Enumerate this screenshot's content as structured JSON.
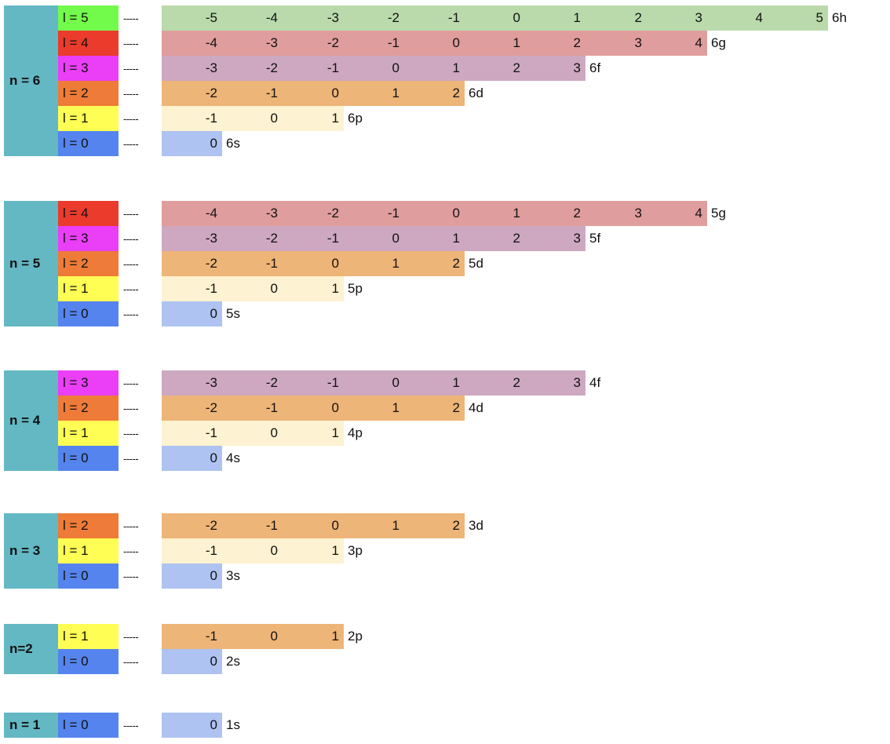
{
  "groups": [
    {
      "n_label": "n = 6",
      "rows": [
        {
          "l": 5,
          "l_label": "l = 5",
          "dash": "-----",
          "values": [
            "-5",
            "-4",
            "-3",
            "-2",
            "-1",
            "0",
            "1",
            "2",
            "3",
            "4",
            "5"
          ],
          "orbital": "6h"
        },
        {
          "l": 4,
          "l_label": "l = 4",
          "dash": "-----",
          "values": [
            "-4",
            "-3",
            "-2",
            "-1",
            "0",
            "1",
            "2",
            "3",
            "4"
          ],
          "orbital": "6g"
        },
        {
          "l": 3,
          "l_label": "l = 3",
          "dash": "-----",
          "values": [
            "-3",
            "-2",
            "-1",
            "0",
            "1",
            "2",
            "3"
          ],
          "orbital": "6f"
        },
        {
          "l": 2,
          "l_label": "l = 2",
          "dash": "-----",
          "values": [
            "-2",
            "-1",
            "0",
            "1",
            "2"
          ],
          "orbital": "6d"
        },
        {
          "l": 1,
          "l_label": "l = 1",
          "dash": "-----",
          "values": [
            "-1",
            "0",
            "1"
          ],
          "orbital": "6p"
        },
        {
          "l": 0,
          "l_label": "l = 0",
          "dash": "-----",
          "values": [
            "0"
          ],
          "orbital": "6s"
        }
      ]
    },
    {
      "n_label": "n = 5",
      "rows": [
        {
          "l": 4,
          "l_label": "l = 4",
          "dash": "-----",
          "values": [
            "-4",
            "-3",
            "-2",
            "-1",
            "0",
            "1",
            "2",
            "3",
            "4"
          ],
          "orbital": "5g"
        },
        {
          "l": 3,
          "l_label": "l = 3",
          "dash": "-----",
          "values": [
            "-3",
            "-2",
            "-1",
            "0",
            "1",
            "2",
            "3"
          ],
          "orbital": "5f"
        },
        {
          "l": 2,
          "l_label": "l = 2",
          "dash": "-----",
          "values": [
            "-2",
            "-1",
            "0",
            "1",
            "2"
          ],
          "orbital": "5d"
        },
        {
          "l": 1,
          "l_label": "l = 1",
          "dash": "-----",
          "values": [
            "-1",
            "0",
            "1"
          ],
          "orbital": "5p"
        },
        {
          "l": 0,
          "l_label": "l = 0",
          "dash": "-----",
          "values": [
            "0"
          ],
          "orbital": "5s"
        }
      ]
    },
    {
      "n_label": "n = 4",
      "rows": [
        {
          "l": 3,
          "l_label": "l = 3",
          "dash": "-----",
          "values": [
            "-3",
            "-2",
            "-1",
            "0",
            "1",
            "2",
            "3"
          ],
          "orbital": "4f"
        },
        {
          "l": 2,
          "l_label": "l = 2",
          "dash": "-----",
          "values": [
            "-2",
            "-1",
            "0",
            "1",
            "2"
          ],
          "orbital": "4d"
        },
        {
          "l": 1,
          "l_label": "l = 1",
          "dash": "-----",
          "values": [
            "-1",
            "0",
            "1"
          ],
          "orbital": "4p"
        },
        {
          "l": 0,
          "l_label": "l = 0",
          "dash": "-----",
          "values": [
            "0"
          ],
          "orbital": "4s"
        }
      ]
    },
    {
      "n_label": "n = 3",
      "rows": [
        {
          "l": 2,
          "l_label": "l = 2",
          "dash": "-----",
          "values": [
            "-2",
            "-1",
            "0",
            "1",
            "2"
          ],
          "orbital": "3d"
        },
        {
          "l": 1,
          "l_label": "l = 1",
          "dash": "-----",
          "values": [
            "-1",
            "0",
            "1"
          ],
          "orbital": "3p"
        },
        {
          "l": 0,
          "l_label": "l = 0",
          "dash": "-----",
          "values": [
            "0"
          ],
          "orbital": "3s"
        }
      ]
    },
    {
      "n_label": "n=2",
      "rows": [
        {
          "l": 1,
          "l_label": "l = 1",
          "dash": "-----",
          "values": [
            "-1",
            "0",
            "1"
          ],
          "orbital": "2p",
          "m_color_l": 2
        },
        {
          "l": 0,
          "l_label": "l = 0",
          "dash": "-----",
          "values": [
            "0"
          ],
          "orbital": "2s"
        }
      ]
    },
    {
      "n_label": "n = 1",
      "rows": [
        {
          "l": 0,
          "l_label": "l = 0",
          "dash": "-----",
          "values": [
            "0"
          ],
          "orbital": "1s"
        }
      ]
    }
  ],
  "colors": {
    "n_cell": "#63b8c3",
    "l_cell": {
      "0": "#5584ee",
      "1": "#fefe54",
      "2": "#ee7b37",
      "3": "#ea3ef7",
      "4": "#ea3b2d",
      "5": "#72fb4b"
    },
    "m_cell": {
      "0": "#aec3f1",
      "1": "#fdf2d1",
      "2": "#eeb578",
      "3": "#cda8c0",
      "4": "#e09d9d",
      "5": "#badaac"
    }
  }
}
